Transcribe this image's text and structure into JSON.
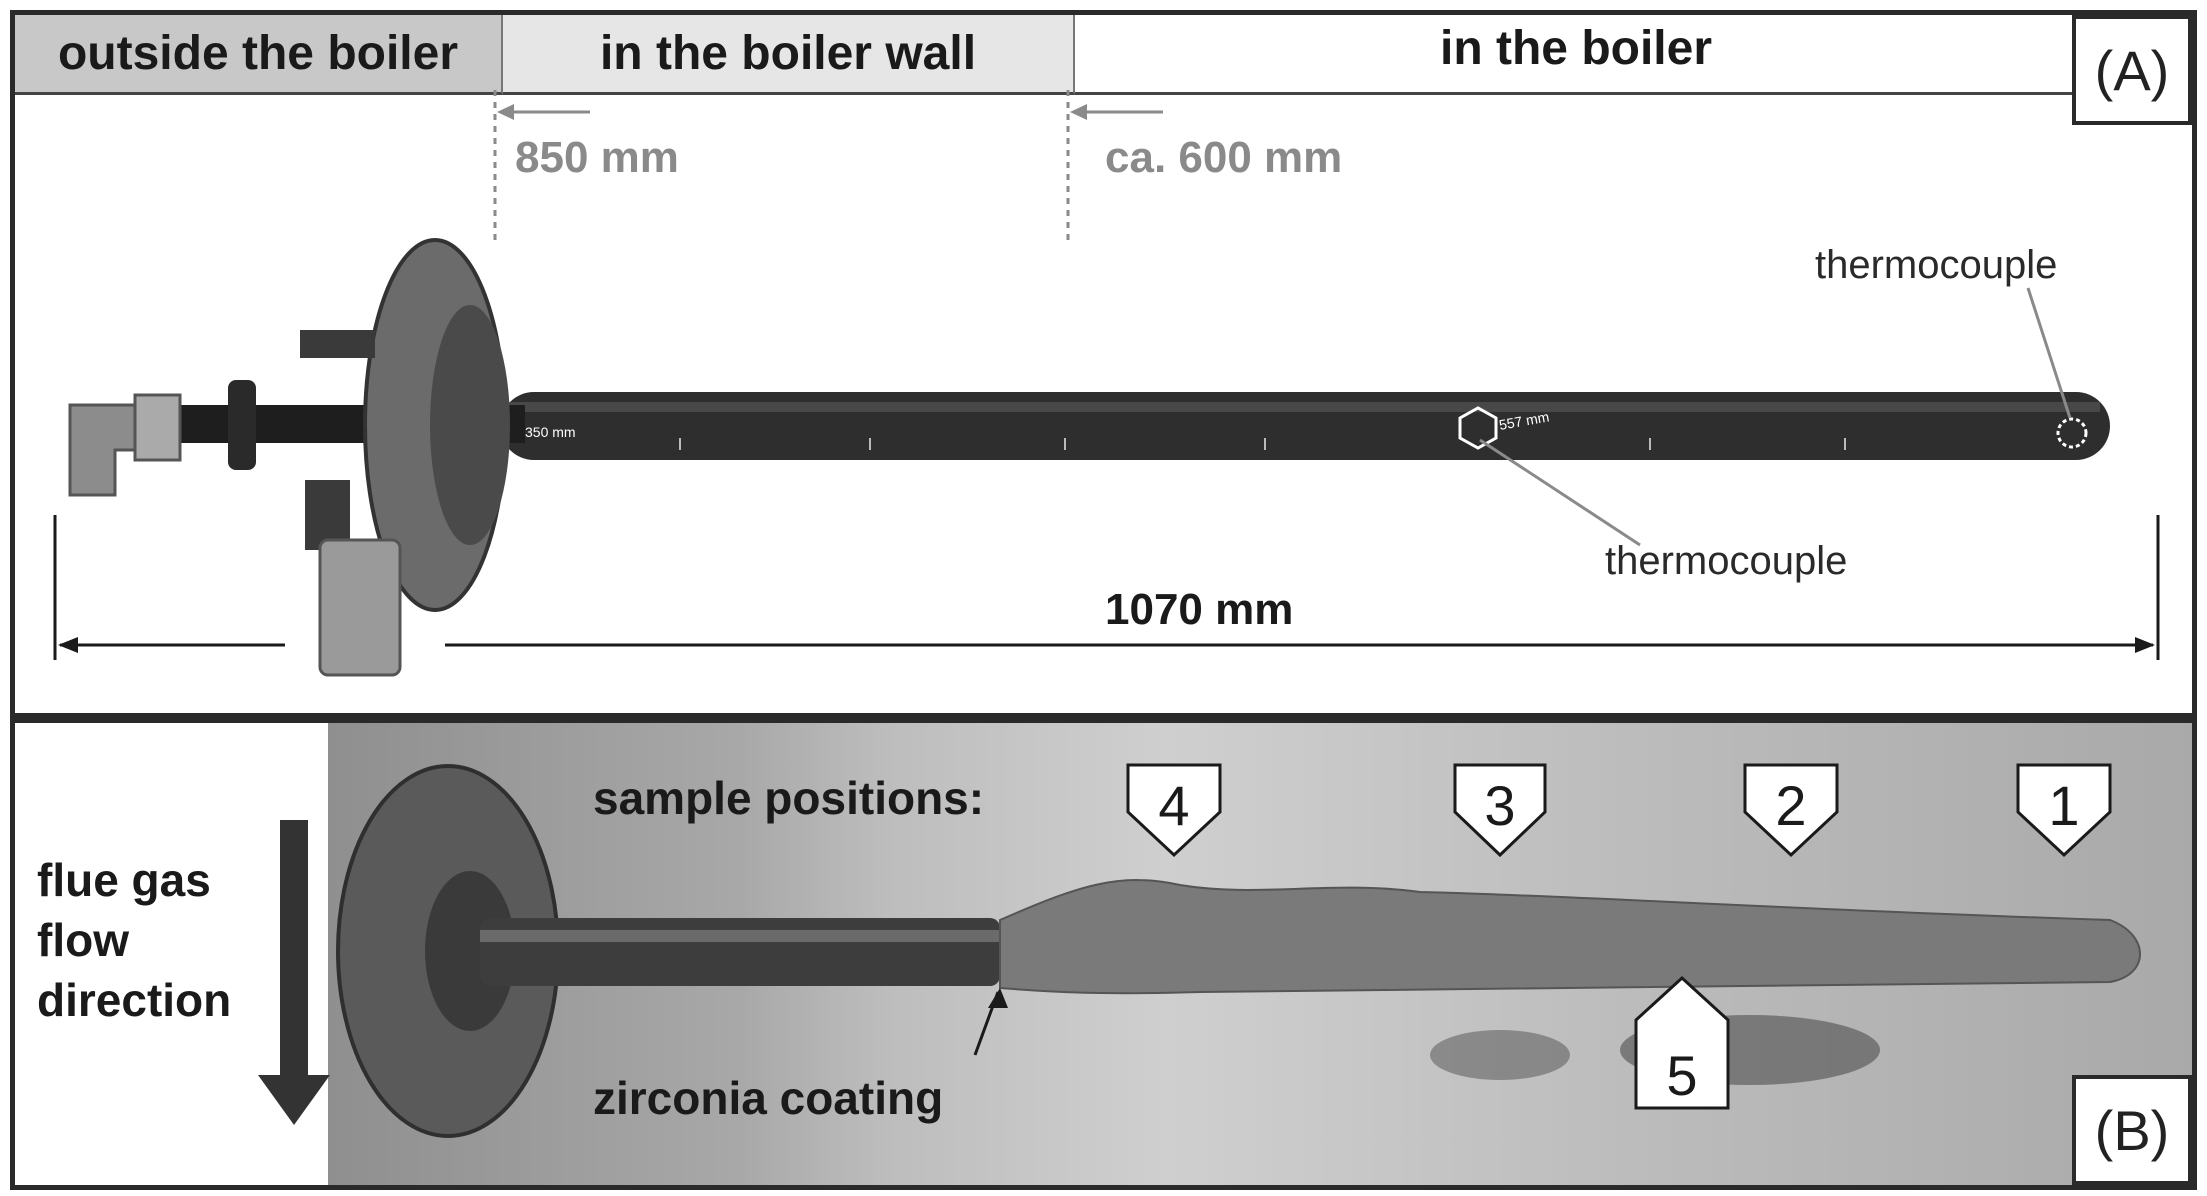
{
  "panel_a": {
    "label": "(A)",
    "zones": {
      "outside": "outside the boiler",
      "wall": "in the boiler wall",
      "inside": "in the boiler"
    },
    "dim_wall": "850 mm",
    "dim_boiler": "ca. 600 mm",
    "thermocouple_tip": "thermocouple",
    "thermocouple_mid": "thermocouple",
    "total_length": "1070 mm",
    "probe_marks": [
      "350 mm",
      "557 mm"
    ]
  },
  "panel_b": {
    "label": "(B)",
    "flow_label_lines": [
      "flue gas",
      "flow",
      "direction"
    ],
    "sample_positions_label": "sample positions:",
    "markers": [
      "4",
      "3",
      "2",
      "1",
      "5"
    ],
    "coating_label": "zirconia coating"
  }
}
